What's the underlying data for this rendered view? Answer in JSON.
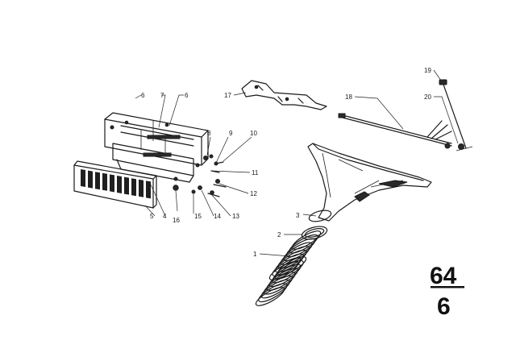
{
  "callouts": {
    "c1": "1",
    "c2": "2",
    "c3": "3",
    "c4": "4",
    "c5": "5",
    "c6a": "6",
    "c6b": "6",
    "c7": "7",
    "c8": "8",
    "c9": "9",
    "c10": "10",
    "c11": "11",
    "c12": "12",
    "c13": "13",
    "c14": "14",
    "c15": "15",
    "c16": "16",
    "c17": "17",
    "c18": "18",
    "c19": "19",
    "c20": "20"
  },
  "page_number": {
    "group": "64",
    "subgroup": "6"
  }
}
